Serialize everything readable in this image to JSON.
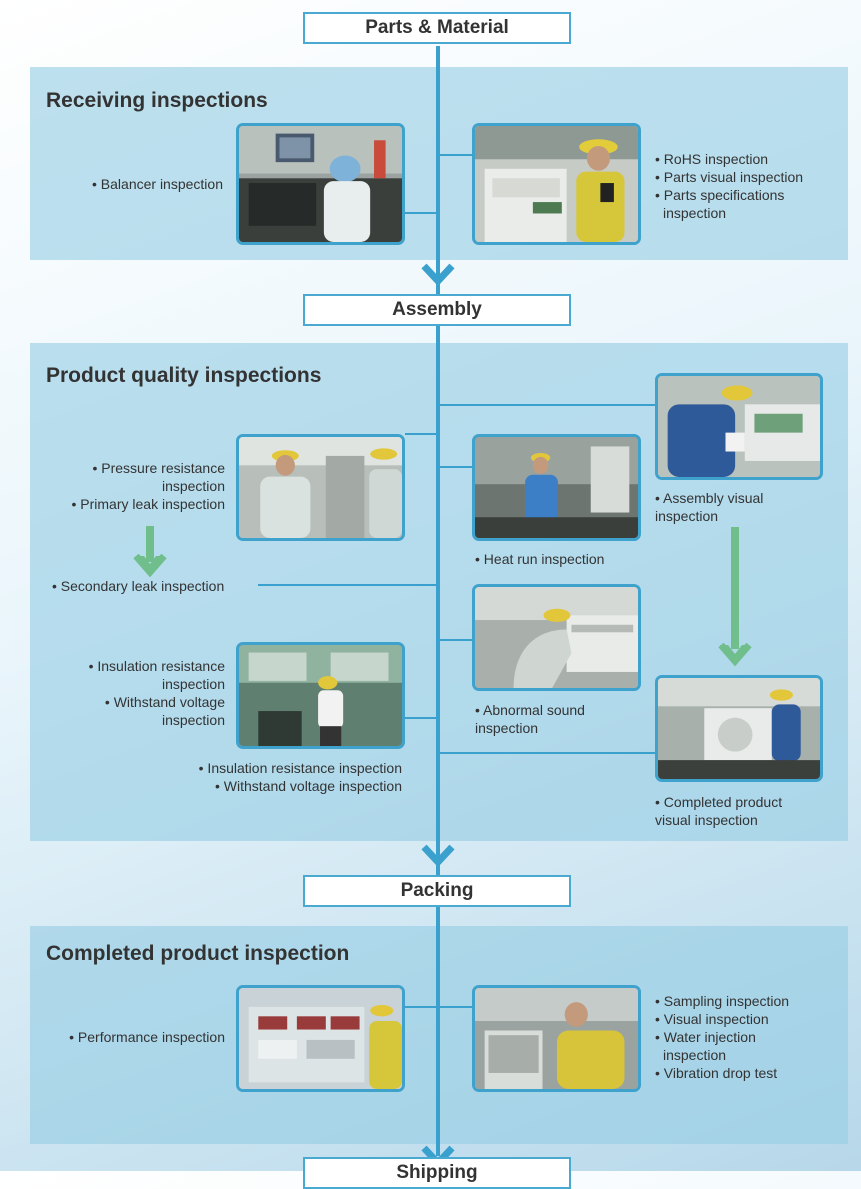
{
  "stages": {
    "parts": "Parts & Material",
    "assembly": "Assembly",
    "packing": "Packing",
    "shipping": "Shipping"
  },
  "receiving": {
    "title": "Receiving inspections",
    "left_item": "• Balancer inspection",
    "right_items": [
      "• RoHS inspection",
      "• Parts visual inspection",
      "• Parts specifications",
      "  inspection"
    ]
  },
  "product_quality": {
    "title": "Product quality inspections",
    "pressure": [
      "• Pressure resistance",
      "inspection",
      "• Primary leak inspection"
    ],
    "secondary_leak": "• Secondary leak inspection",
    "insulation_left": [
      "• Insulation resistance",
      "inspection",
      "• Withstand voltage",
      "inspection"
    ],
    "insulation_bottom": [
      "• Insulation resistance inspection",
      "• Withstand voltage inspection"
    ],
    "heat_run": "• Heat run inspection",
    "abnormal_sound": [
      "• Abnormal sound",
      "  inspection"
    ],
    "assembly_visual": [
      "• Assembly visual",
      "  inspection"
    ],
    "completed_visual": [
      "• Completed product",
      "  visual inspection"
    ]
  },
  "completed": {
    "title": "Completed product inspection",
    "left_item": "• Performance inspection",
    "right_items": [
      "• Sampling inspection",
      "• Visual inspection",
      "• Water injection",
      "  inspection",
      "• Vibration drop test"
    ]
  },
  "colors": {
    "accent": "#3aa0cd",
    "arrow_main": "#3aa0cd",
    "arrow_green": "#6fbe8c",
    "section": "#9dcfe4"
  }
}
